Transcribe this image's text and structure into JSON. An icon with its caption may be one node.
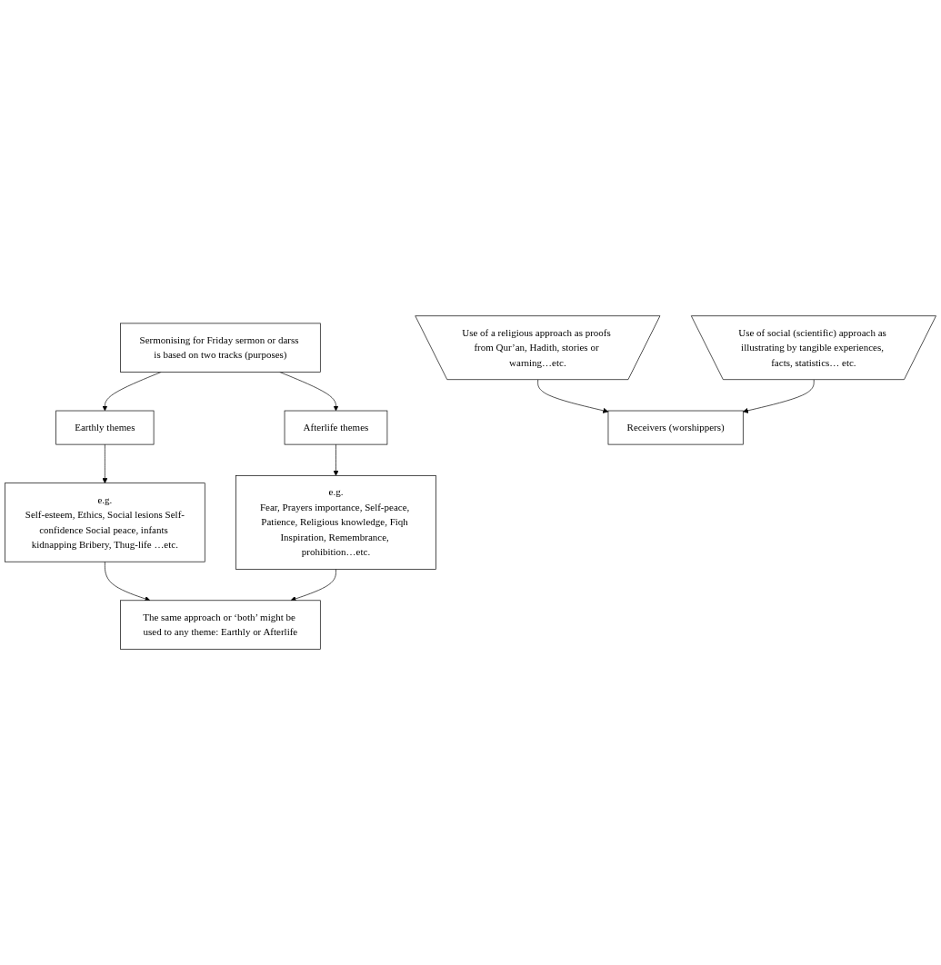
{
  "diagram": {
    "nodes": [
      {
        "text": [
          "Sermonising for Friday sermon or darss is based on two tracks (purposes)"
        ]
      },
      {
        "text": [
          "Earthly themes"
        ]
      },
      {
        "text": [
          "Afterlife themes"
        ]
      },
      {
        "text": [
          "e.g.",
          "Self-esteem, Ethics, Social lesions Self-confidence Social peace, infants kidnapping Bribery, Thug-life …etc."
        ]
      },
      {
        "text": [
          "e.g.",
          "Fear, Prayers importance, Self-peace, Patience, Religious knowledge, Fiqh Inspiration, Remembrance, prohibition…etc."
        ]
      },
      {
        "text": [
          "The same approach or ‘both’ might be used to any theme: Earthly or Afterlife"
        ]
      },
      {
        "text": [
          "Use of a religious approach as proofs from Qur’an, Hadith, stories or warning…etc."
        ]
      },
      {
        "text": [
          "Receivers (worshippers)"
        ]
      },
      {
        "text": [
          "Use of social (scientific) approach as illustrating by tangible experiences, facts, statistics… etc."
        ]
      }
    ],
    "edges": [
      {
        "from": 0,
        "to": 1,
        "arrow": "to"
      },
      {
        "from": 0,
        "to": 2,
        "arrow": "to"
      },
      {
        "from": 1,
        "to": 3,
        "arrow": "to"
      },
      {
        "from": 2,
        "to": 4,
        "arrow": "to"
      },
      {
        "from": 3,
        "to": 5,
        "arrow": "to"
      },
      {
        "from": 4,
        "to": 5,
        "arrow": "to"
      },
      {
        "from": 6,
        "to": 7,
        "arrow": "to"
      },
      {
        "from": 8,
        "to": 7,
        "arrow": "to"
      }
    ]
  }
}
